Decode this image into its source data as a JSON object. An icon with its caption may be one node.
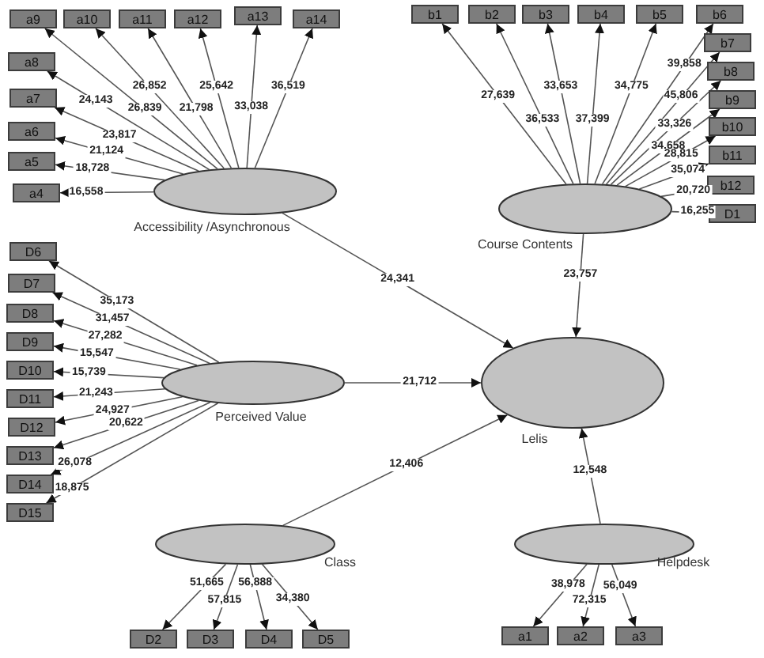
{
  "diagram": {
    "nodes": [
      {
        "text": [
          "Accessibility /Asynchronous"
        ]
      },
      {
        "text": [
          "Course Contents"
        ]
      },
      {
        "text": [
          "Perceived Value"
        ]
      },
      {
        "text": [
          "Lelis"
        ]
      },
      {
        "text": [
          "Class"
        ]
      },
      {
        "text": [
          "Helpdesk"
        ]
      },
      {
        "text": [
          "a4"
        ]
      },
      {
        "text": [
          "a5"
        ]
      },
      {
        "text": [
          "a6"
        ]
      },
      {
        "text": [
          "a7"
        ]
      },
      {
        "text": [
          "a8"
        ]
      },
      {
        "text": [
          "a9"
        ]
      },
      {
        "text": [
          "a10"
        ]
      },
      {
        "text": [
          "a11"
        ]
      },
      {
        "text": [
          "a12"
        ]
      },
      {
        "text": [
          "a13"
        ]
      },
      {
        "text": [
          "a14"
        ]
      },
      {
        "text": [
          "b1"
        ]
      },
      {
        "text": [
          "b2"
        ]
      },
      {
        "text": [
          "b3"
        ]
      },
      {
        "text": [
          "b4"
        ]
      },
      {
        "text": [
          "b5"
        ]
      },
      {
        "text": [
          "b6"
        ]
      },
      {
        "text": [
          "b7"
        ]
      },
      {
        "text": [
          "b8"
        ]
      },
      {
        "text": [
          "b9"
        ]
      },
      {
        "text": [
          "b10"
        ]
      },
      {
        "text": [
          "b11"
        ]
      },
      {
        "text": [
          "b12"
        ]
      },
      {
        "text": [
          "D1"
        ]
      },
      {
        "text": [
          "D6"
        ]
      },
      {
        "text": [
          "D7"
        ]
      },
      {
        "text": [
          "D8"
        ]
      },
      {
        "text": [
          "D9"
        ]
      },
      {
        "text": [
          "D10"
        ]
      },
      {
        "text": [
          "D11"
        ]
      },
      {
        "text": [
          "D12"
        ]
      },
      {
        "text": [
          "D13"
        ]
      },
      {
        "text": [
          "D14"
        ]
      },
      {
        "text": [
          "D15"
        ]
      },
      {
        "text": [
          "D2"
        ]
      },
      {
        "text": [
          "D3"
        ]
      },
      {
        "text": [
          "D4"
        ]
      },
      {
        "text": [
          "D5"
        ]
      },
      {
        "text": [
          "a1"
        ]
      },
      {
        "text": [
          "a2"
        ]
      },
      {
        "text": [
          "a3"
        ]
      }
    ],
    "edges": [
      {
        "from": 0,
        "to": 3,
        "arrow": "to",
        "label": "24,341"
      },
      {
        "from": 1,
        "to": 3,
        "arrow": "to",
        "label": "23,757"
      },
      {
        "from": 2,
        "to": 3,
        "arrow": "to",
        "label": "21,712"
      },
      {
        "from": 4,
        "to": 3,
        "arrow": "to",
        "label": "12,406"
      },
      {
        "from": 5,
        "to": 3,
        "arrow": "to",
        "label": "12,548"
      },
      {
        "from": 0,
        "to": 6,
        "arrow": "to",
        "label": "16,558"
      },
      {
        "from": 0,
        "to": 7,
        "arrow": "to",
        "label": "18,728"
      },
      {
        "from": 0,
        "to": 8,
        "arrow": "to",
        "label": "21,124"
      },
      {
        "from": 0,
        "to": 9,
        "arrow": "to",
        "label": "23,817"
      },
      {
        "from": 0,
        "to": 10,
        "arrow": "to",
        "label": "24,143"
      },
      {
        "from": 0,
        "to": 11,
        "arrow": "to",
        "label": "26,839"
      },
      {
        "from": 0,
        "to": 12,
        "arrow": "to",
        "label": "26,852"
      },
      {
        "from": 0,
        "to": 13,
        "arrow": "to",
        "label": "21,798"
      },
      {
        "from": 0,
        "to": 14,
        "arrow": "to",
        "label": "25,642"
      },
      {
        "from": 0,
        "to": 15,
        "arrow": "to",
        "label": "33,038"
      },
      {
        "from": 0,
        "to": 16,
        "arrow": "to",
        "label": "36,519"
      },
      {
        "from": 1,
        "to": 17,
        "arrow": "to",
        "label": "27,639"
      },
      {
        "from": 1,
        "to": 18,
        "arrow": "to",
        "label": "36,533"
      },
      {
        "from": 1,
        "to": 19,
        "arrow": "to",
        "label": "33,653"
      },
      {
        "from": 1,
        "to": 20,
        "arrow": "to",
        "label": "37,399"
      },
      {
        "from": 1,
        "to": 21,
        "arrow": "to",
        "label": "34,775"
      },
      {
        "from": 1,
        "to": 22,
        "arrow": "to",
        "label": "39,858"
      },
      {
        "from": 1,
        "to": 23,
        "arrow": "to",
        "label": "45,806"
      },
      {
        "from": 1,
        "to": 24,
        "arrow": "to",
        "label": "33,326"
      },
      {
        "from": 1,
        "to": 25,
        "arrow": "to",
        "label": "34,658"
      },
      {
        "from": 1,
        "to": 26,
        "arrow": "to",
        "label": "28,815"
      },
      {
        "from": 1,
        "to": 27,
        "arrow": "to",
        "label": "35,074"
      },
      {
        "from": 1,
        "to": 28,
        "arrow": "to",
        "label": "20,720"
      },
      {
        "from": 1,
        "to": 29,
        "arrow": "to",
        "label": "16,255"
      },
      {
        "from": 2,
        "to": 30,
        "arrow": "to",
        "label": "35,173"
      },
      {
        "from": 2,
        "to": 31,
        "arrow": "to",
        "label": "31,457"
      },
      {
        "from": 2,
        "to": 32,
        "arrow": "to",
        "label": "27,282"
      },
      {
        "from": 2,
        "to": 33,
        "arrow": "to",
        "label": "15,547"
      },
      {
        "from": 2,
        "to": 34,
        "arrow": "to",
        "label": "15,739"
      },
      {
        "from": 2,
        "to": 35,
        "arrow": "to",
        "label": "21,243"
      },
      {
        "from": 2,
        "to": 36,
        "arrow": "to",
        "label": "24,927"
      },
      {
        "from": 2,
        "to": 37,
        "arrow": "to",
        "label": "20,622"
      },
      {
        "from": 2,
        "to": 38,
        "arrow": "to",
        "label": "26,078"
      },
      {
        "from": 2,
        "to": 39,
        "arrow": "to",
        "label": "18,875"
      },
      {
        "from": 4,
        "to": 40,
        "arrow": "to",
        "label": "51,665"
      },
      {
        "from": 4,
        "to": 41,
        "arrow": "to",
        "label": "57,815"
      },
      {
        "from": 4,
        "to": 42,
        "arrow": "to",
        "label": "56,888"
      },
      {
        "from": 4,
        "to": 43,
        "arrow": "to",
        "label": "34,380"
      },
      {
        "from": 5,
        "to": 44,
        "arrow": "to",
        "label": "38,978"
      },
      {
        "from": 5,
        "to": 45,
        "arrow": "to",
        "label": "72,315"
      },
      {
        "from": 5,
        "to": 46,
        "arrow": "to",
        "label": "56,049"
      }
    ]
  }
}
